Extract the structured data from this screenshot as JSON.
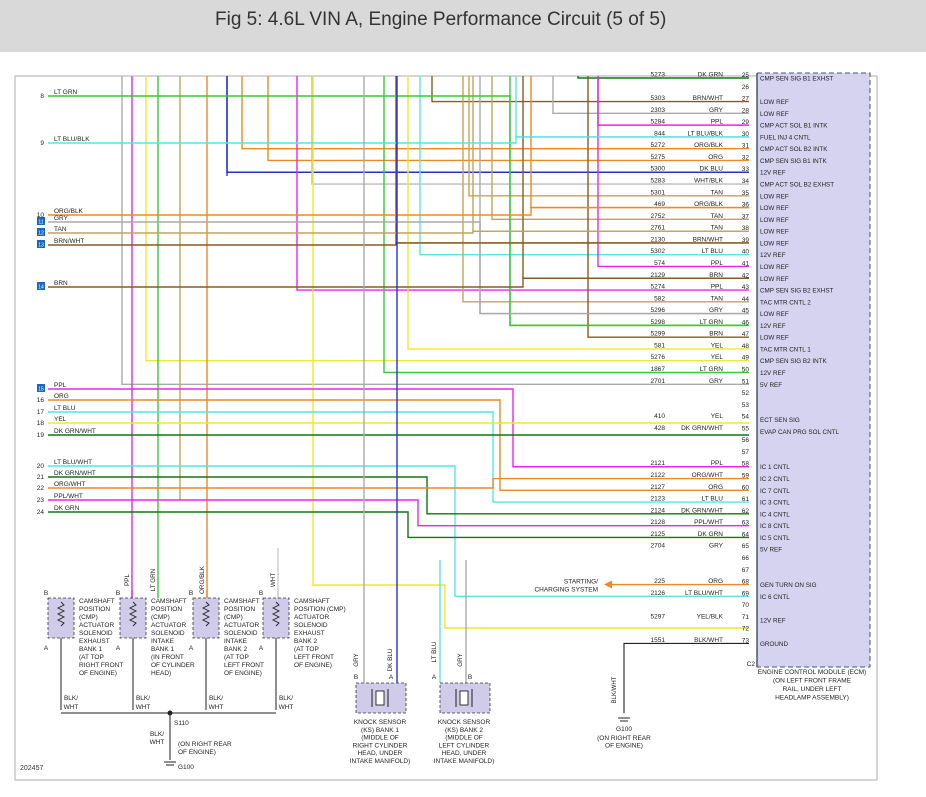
{
  "header": {
    "title": "Fig 5: 4.6L VIN A, Engine Performance Circuit (5 of 5)"
  },
  "figure_id": "202457",
  "colors": {
    "LT GRN": "#33cc33",
    "LT BLU": "#55e6e6",
    "YEL": "#f0e82a",
    "PPL": "#ee22ee",
    "ORG": "#ee8822",
    "BRN": "#8a5a1e",
    "TAN": "#c2a45c",
    "GRY": "#aaaaaa",
    "DK BLU": "#2233cc",
    "DK GRN": "#117711",
    "header_bg": "#d9d9d9",
    "ecm_fill": "#d6d3f0"
  },
  "left_pins": [
    {
      "num": "8",
      "label": "LT GRN",
      "badge": false
    },
    {
      "num": "9",
      "label": "LT BLU/BLK",
      "badge": false
    },
    {
      "num": "10",
      "label": "ORG/BLK",
      "badge": false
    },
    {
      "num": "11",
      "label": "GRY",
      "badge": true
    },
    {
      "num": "12",
      "label": "TAN",
      "badge": true
    },
    {
      "num": "13",
      "label": "BRN/WHT",
      "badge": true
    },
    {
      "num": "14",
      "label": "BRN",
      "badge": true
    },
    {
      "num": "15",
      "label": "PPL",
      "badge": true
    },
    {
      "num": "16",
      "label": "ORG",
      "badge": false
    },
    {
      "num": "17",
      "label": "LT BLU",
      "badge": false
    },
    {
      "num": "18",
      "label": "YEL",
      "badge": false
    },
    {
      "num": "19",
      "label": "DK GRN/WHT",
      "badge": false
    },
    {
      "num": "20",
      "label": "LT BLU/WHT",
      "badge": false
    },
    {
      "num": "21",
      "label": "DK GRN/WHT",
      "badge": false
    },
    {
      "num": "22",
      "label": "ORG/WHT",
      "badge": false
    },
    {
      "num": "23",
      "label": "PPL/WHT",
      "badge": false
    },
    {
      "num": "24",
      "label": "DK GRN",
      "badge": false
    }
  ],
  "ecm_rows": [
    {
      "pin": "25",
      "circuit": "5273",
      "color": "DK GRN",
      "func": "CMP SEN SIG B1 EXHST"
    },
    {
      "pin": "26",
      "circuit": "",
      "color": "",
      "func": ""
    },
    {
      "pin": "27",
      "circuit": "5303",
      "color": "BRN/WHT",
      "func": "LOW REF"
    },
    {
      "pin": "28",
      "circuit": "2303",
      "color": "GRY",
      "func": "LOW REF"
    },
    {
      "pin": "29",
      "circuit": "5284",
      "color": "PPL",
      "func": "CMP ACT SOL B1 INTK"
    },
    {
      "pin": "30",
      "circuit": "844",
      "color": "LT BLU/BLK",
      "func": "FUEL INJ 4 CNTL"
    },
    {
      "pin": "31",
      "circuit": "5272",
      "color": "ORG/BLK",
      "func": "CMP ACT SOL B2 INTK"
    },
    {
      "pin": "32",
      "circuit": "5275",
      "color": "ORG",
      "func": "CMP SEN SIG B1 INTK"
    },
    {
      "pin": "33",
      "circuit": "5300",
      "color": "DK BLU",
      "func": "12V REF"
    },
    {
      "pin": "34",
      "circuit": "5283",
      "color": "WHT/BLK",
      "func": "CMP ACT SOL B2 EXHST"
    },
    {
      "pin": "35",
      "circuit": "5301",
      "color": "TAN",
      "func": "LOW REF"
    },
    {
      "pin": "36",
      "circuit": "469",
      "color": "ORG/BLK",
      "func": "LOW REF"
    },
    {
      "pin": "37",
      "circuit": "2752",
      "color": "TAN",
      "func": "LOW REF"
    },
    {
      "pin": "38",
      "circuit": "2761",
      "color": "TAN",
      "func": "LOW REF"
    },
    {
      "pin": "39",
      "circuit": "2130",
      "color": "BRN/WHT",
      "func": "LOW REF"
    },
    {
      "pin": "40",
      "circuit": "5302",
      "color": "LT BLU",
      "func": "12V REF"
    },
    {
      "pin": "41",
      "circuit": "574",
      "color": "PPL",
      "func": "LOW REF"
    },
    {
      "pin": "42",
      "circuit": "2129",
      "color": "BRN",
      "func": "LOW REF"
    },
    {
      "pin": "43",
      "circuit": "5274",
      "color": "PPL",
      "func": "CMP SEN SIG B2 EXHST"
    },
    {
      "pin": "44",
      "circuit": "582",
      "color": "TAN",
      "func": "TAC MTR CNTL 2"
    },
    {
      "pin": "45",
      "circuit": "5296",
      "color": "GRY",
      "func": "LOW REF"
    },
    {
      "pin": "46",
      "circuit": "5298",
      "color": "LT GRN",
      "func": "12V REF"
    },
    {
      "pin": "47",
      "circuit": "5299",
      "color": "BRN",
      "func": "LOW REF"
    },
    {
      "pin": "48",
      "circuit": "581",
      "color": "YEL",
      "func": "TAC MTR CNTL 1"
    },
    {
      "pin": "49",
      "circuit": "5276",
      "color": "YEL",
      "func": "CMP SEN SIG B2 INTK"
    },
    {
      "pin": "50",
      "circuit": "1867",
      "color": "LT GRN",
      "func": "12V REF"
    },
    {
      "pin": "51",
      "circuit": "2701",
      "color": "GRY",
      "func": "5V REF"
    },
    {
      "pin": "52",
      "circuit": "",
      "color": "",
      "func": ""
    },
    {
      "pin": "53",
      "circuit": "",
      "color": "",
      "func": ""
    },
    {
      "pin": "54",
      "circuit": "410",
      "color": "YEL",
      "func": "ECT SEN SIG"
    },
    {
      "pin": "55",
      "circuit": "428",
      "color": "DK GRN/WHT",
      "func": "EVAP CAN PRG SOL CNTL"
    },
    {
      "pin": "56",
      "circuit": "",
      "color": "",
      "func": ""
    },
    {
      "pin": "57",
      "circuit": "",
      "color": "",
      "func": ""
    },
    {
      "pin": "58",
      "circuit": "2121",
      "color": "PPL",
      "func": "IC 1 CNTL"
    },
    {
      "pin": "59",
      "circuit": "2122",
      "color": "ORG/WHT",
      "func": "IC 2 CNTL"
    },
    {
      "pin": "60",
      "circuit": "2127",
      "color": "ORG",
      "func": "IC 7 CNTL"
    },
    {
      "pin": "61",
      "circuit": "2123",
      "color": "LT BLU",
      "func": "IC 3 CNTL"
    },
    {
      "pin": "62",
      "circuit": "2124",
      "color": "DK GRN/WHT",
      "func": "IC 4 CNTL"
    },
    {
      "pin": "63",
      "circuit": "2128",
      "color": "PPL/WHT",
      "func": "IC 8 CNTL"
    },
    {
      "pin": "64",
      "circuit": "2125",
      "color": "DK GRN",
      "func": "IC 5 CNTL"
    },
    {
      "pin": "65",
      "circuit": "2704",
      "color": "GRY",
      "func": "5V REF"
    },
    {
      "pin": "66",
      "circuit": "",
      "color": "",
      "func": ""
    },
    {
      "pin": "67",
      "circuit": "",
      "color": "",
      "func": ""
    },
    {
      "pin": "68",
      "circuit": "225",
      "color": "ORG",
      "func": "GEN TURN ON SIG"
    },
    {
      "pin": "69",
      "circuit": "2126",
      "color": "LT BLU/WHT",
      "func": "IC 6 CNTL"
    },
    {
      "pin": "70",
      "circuit": "",
      "color": "",
      "func": ""
    },
    {
      "pin": "71",
      "circuit": "5297",
      "color": "YEL/BLK",
      "func": "12V REF"
    },
    {
      "pin": "72",
      "circuit": "",
      "color": "",
      "func": ""
    },
    {
      "pin": "73",
      "circuit": "1551",
      "color": "BLK/WHT",
      "func": "GROUND"
    }
  ],
  "ecm": {
    "connector": "C2",
    "label": [
      "ENGINE CONTROL MODULE (ECM)",
      "(ON LEFT FRONT FRAME",
      "RAIL, UNDER LEFT",
      "HEADLAMP ASSEMBLY)"
    ]
  },
  "starting_charging": [
    "STARTING/",
    "CHARGING SYSTEM"
  ],
  "solenoids": [
    {
      "wire": "LT GRN",
      "pin_top": "B",
      "pin_bottom": "A",
      "gnd_wire": [
        "BLK/",
        "WHT"
      ],
      "label": [
        "CAMSHAFT",
        "POSITION",
        "(CMP)",
        "ACTUATOR",
        "SOLENOID",
        "EXHAUST",
        "BANK 1",
        "(AT TOP",
        "RIGHT FRONT",
        "OF ENGINE)"
      ]
    },
    {
      "wire": "PPL",
      "pin_top": "B",
      "pin_bottom": "A",
      "gnd_wire": [
        "BLK/",
        "WHT"
      ],
      "label": [
        "CAMSHAFT",
        "POSITION",
        "(CMP)",
        "ACTUATOR",
        "SOLENOID",
        "INTAKE",
        "BANK 1",
        "(IN FRONT",
        "OF CYLINDER",
        "HEAD)"
      ]
    },
    {
      "wire": "ORG/BLK",
      "pin_top": "B",
      "pin_bottom": "A",
      "gnd_wire": [
        "BLK/",
        "WHT"
      ],
      "label": [
        "CAMSHAFT",
        "POSITION",
        "(CMP)",
        "ACTUATOR",
        "SOLENOID",
        "INTAKE",
        "BANK 2",
        "(AT TOP",
        "LEFT FRONT",
        "OF ENGINE)"
      ]
    },
    {
      "wire": "WHT",
      "pin_top": "B",
      "pin_bottom": "A",
      "gnd_wire": [
        "BLK/",
        "WHT"
      ],
      "label": [
        "CAMSHAFT",
        "POSITION (CMP)",
        "ACTUATOR",
        "SOLENOID",
        "EXHAUST",
        "BANK 2",
        "(AT TOP",
        "LEFT FRONT",
        "OF ENGINE)"
      ]
    }
  ],
  "knock_sensors": [
    {
      "wire_b": "GRY",
      "wire_a": "DK BLU",
      "pin_b": "B",
      "pin_a": "A",
      "label": [
        "KNOCK SENSOR",
        "(KS) BANK 1",
        "(MIDDLE OF",
        "RIGHT CYLINDER",
        "HEAD, UNDER",
        "INTAKE MANIFOLD)"
      ]
    },
    {
      "wire_a": "LT BLU",
      "wire_b": "GRY",
      "pin_a": "A",
      "pin_b": "B",
      "label": [
        "KNOCK SENSOR",
        "(KS) BANK 2",
        "(MIDDLE OF",
        "LEFT CYLINDER",
        "HEAD, UNDER",
        "INTAKE MANIFOLD)"
      ]
    }
  ],
  "splice": {
    "name": "S110",
    "wire": [
      "BLK/",
      "WHT"
    ],
    "location": [
      "(ON RIGHT REAR",
      "OF ENGINE)"
    ],
    "ground": "G100"
  },
  "ecm_ground": {
    "wire": "BLK/WHT",
    "ground": "G100",
    "location": [
      "(ON RIGHT REAR",
      "OF ENGINE)"
    ]
  }
}
